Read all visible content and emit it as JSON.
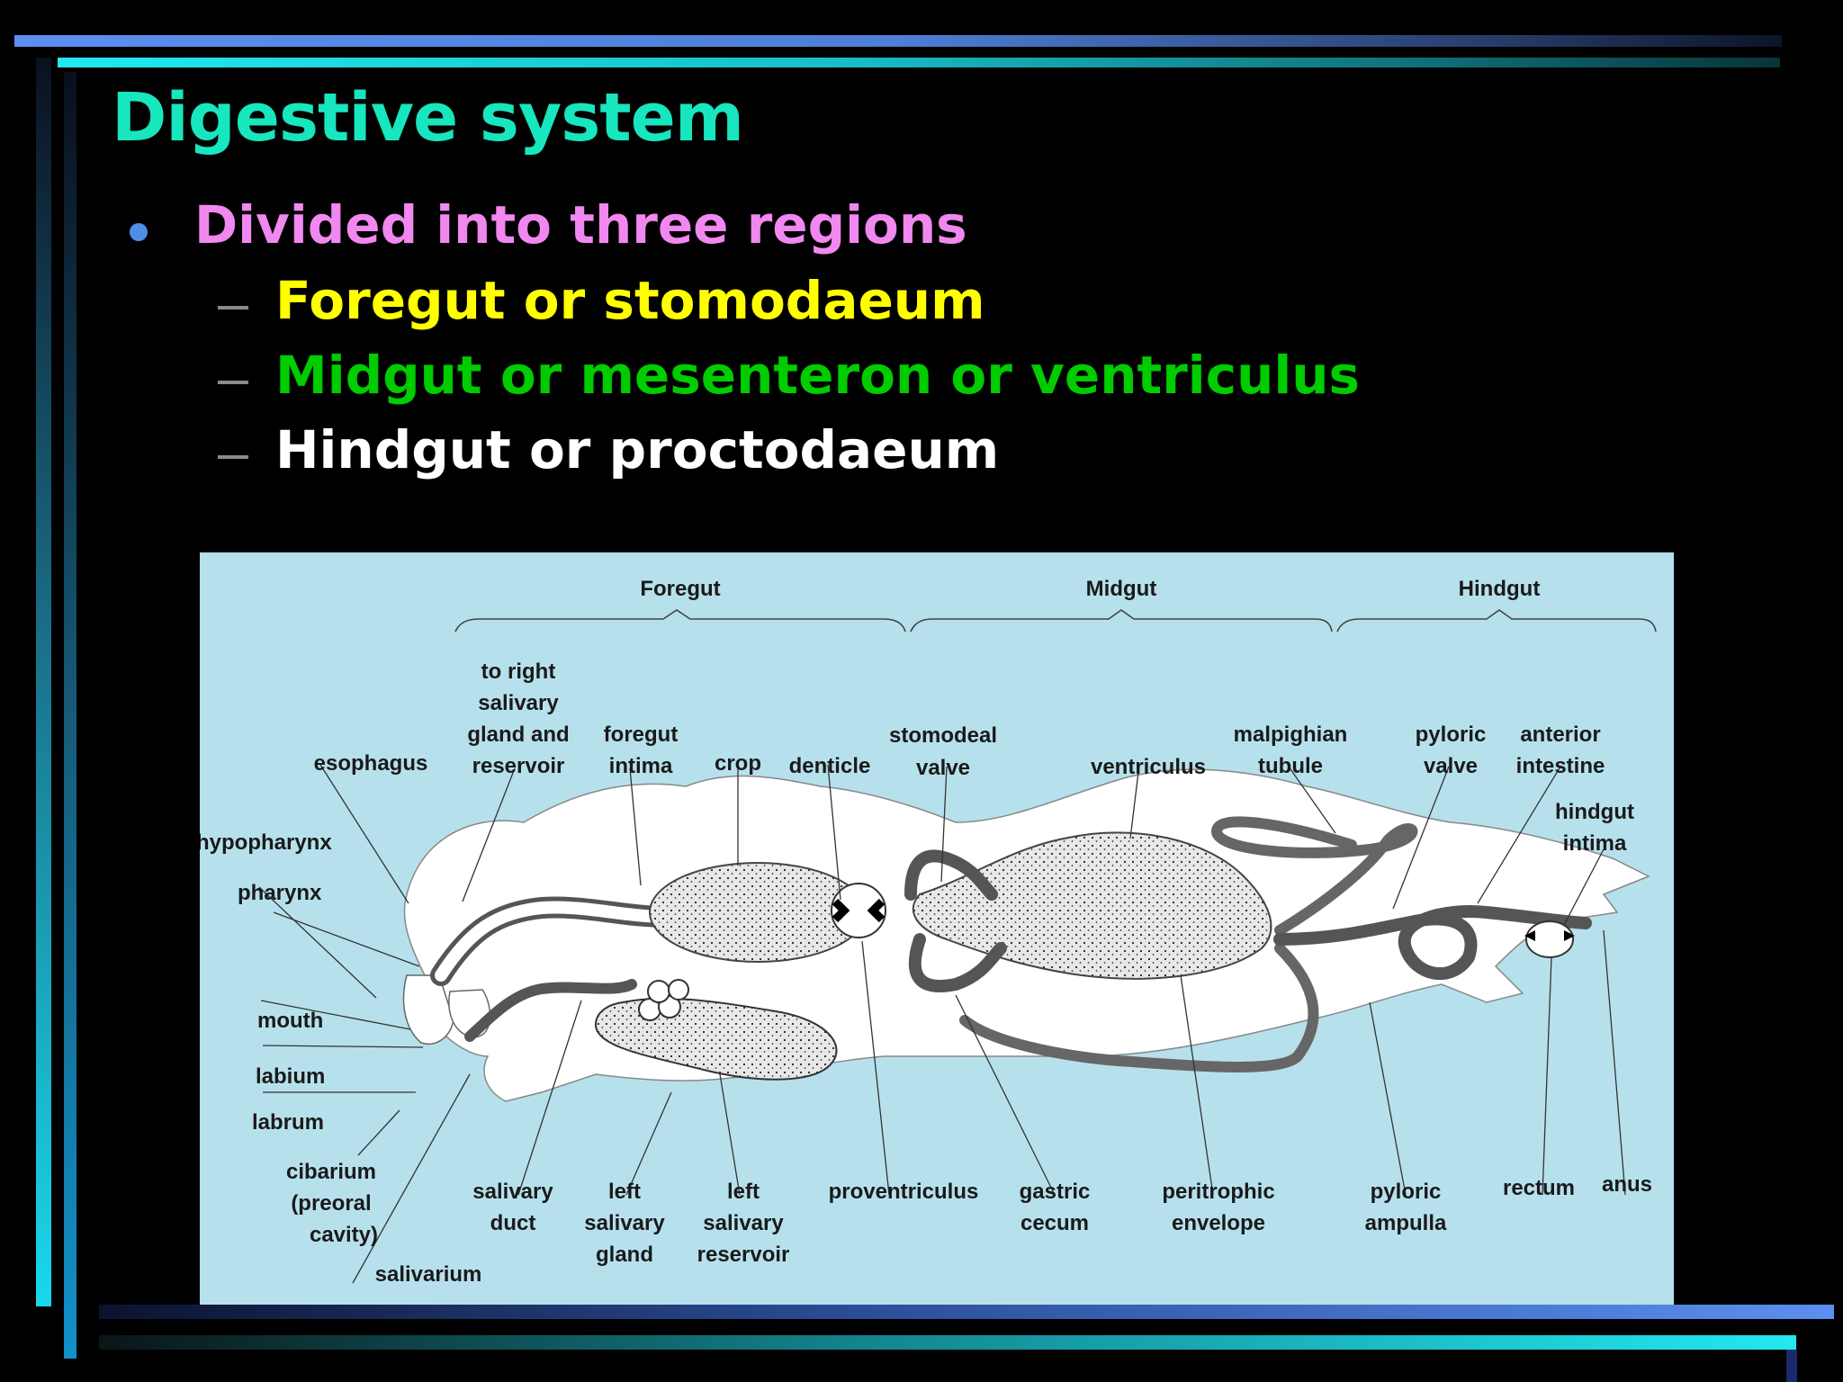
{
  "title": "Digestive system",
  "bullet": "Divided into three regions",
  "subs": [
    "Foregut or stomodaeum",
    "Midgut or mesenteron or ventriculus",
    "Hindgut or proctodaeum"
  ],
  "diagram": {
    "regions": [
      "Foregut",
      "Midgut",
      "Hindgut"
    ],
    "labels": {
      "to_right_1": "to right",
      "to_right_2": "salivary",
      "to_right_3": "gland and",
      "to_right_4": "reservoir",
      "esophagus": "esophagus",
      "foregut_intima_1": "foregut",
      "foregut_intima_2": "intima",
      "crop": "crop",
      "denticle": "denticle",
      "stomodeal_1": "stomodeal",
      "stomodeal_2": "valve",
      "ventriculus": "ventriculus",
      "malpighian_1": "malpighian",
      "malpighian_2": "tubule",
      "pyloric_valve_1": "pyloric",
      "pyloric_valve_2": "valve",
      "anterior_1": "anterior",
      "anterior_2": "intestine",
      "hindgut_intima_1": "hindgut",
      "hindgut_intima_2": "intima",
      "hypopharynx": "hypopharynx",
      "pharynx": "pharynx",
      "mouth": "mouth",
      "labium": "labium",
      "labrum": "labrum",
      "cibarium_1": "cibarium",
      "cibarium_2": "(preoral",
      "cibarium_3": "cavity)",
      "salivarium": "salivarium",
      "salivary_duct_1": "salivary",
      "salivary_duct_2": "duct",
      "left_gland_1": "left",
      "left_gland_2": "salivary",
      "left_gland_3": "gland",
      "left_res_1": "left",
      "left_res_2": "salivary",
      "left_res_3": "reservoir",
      "proventriculus": "proventriculus",
      "gastric_1": "gastric",
      "gastric_2": "cecum",
      "peritrophic_1": "peritrophic",
      "peritrophic_2": "envelope",
      "pyloric_amp_1": "pyloric",
      "pyloric_amp_2": "ampulla",
      "rectum": "rectum",
      "anus": "anus"
    }
  }
}
